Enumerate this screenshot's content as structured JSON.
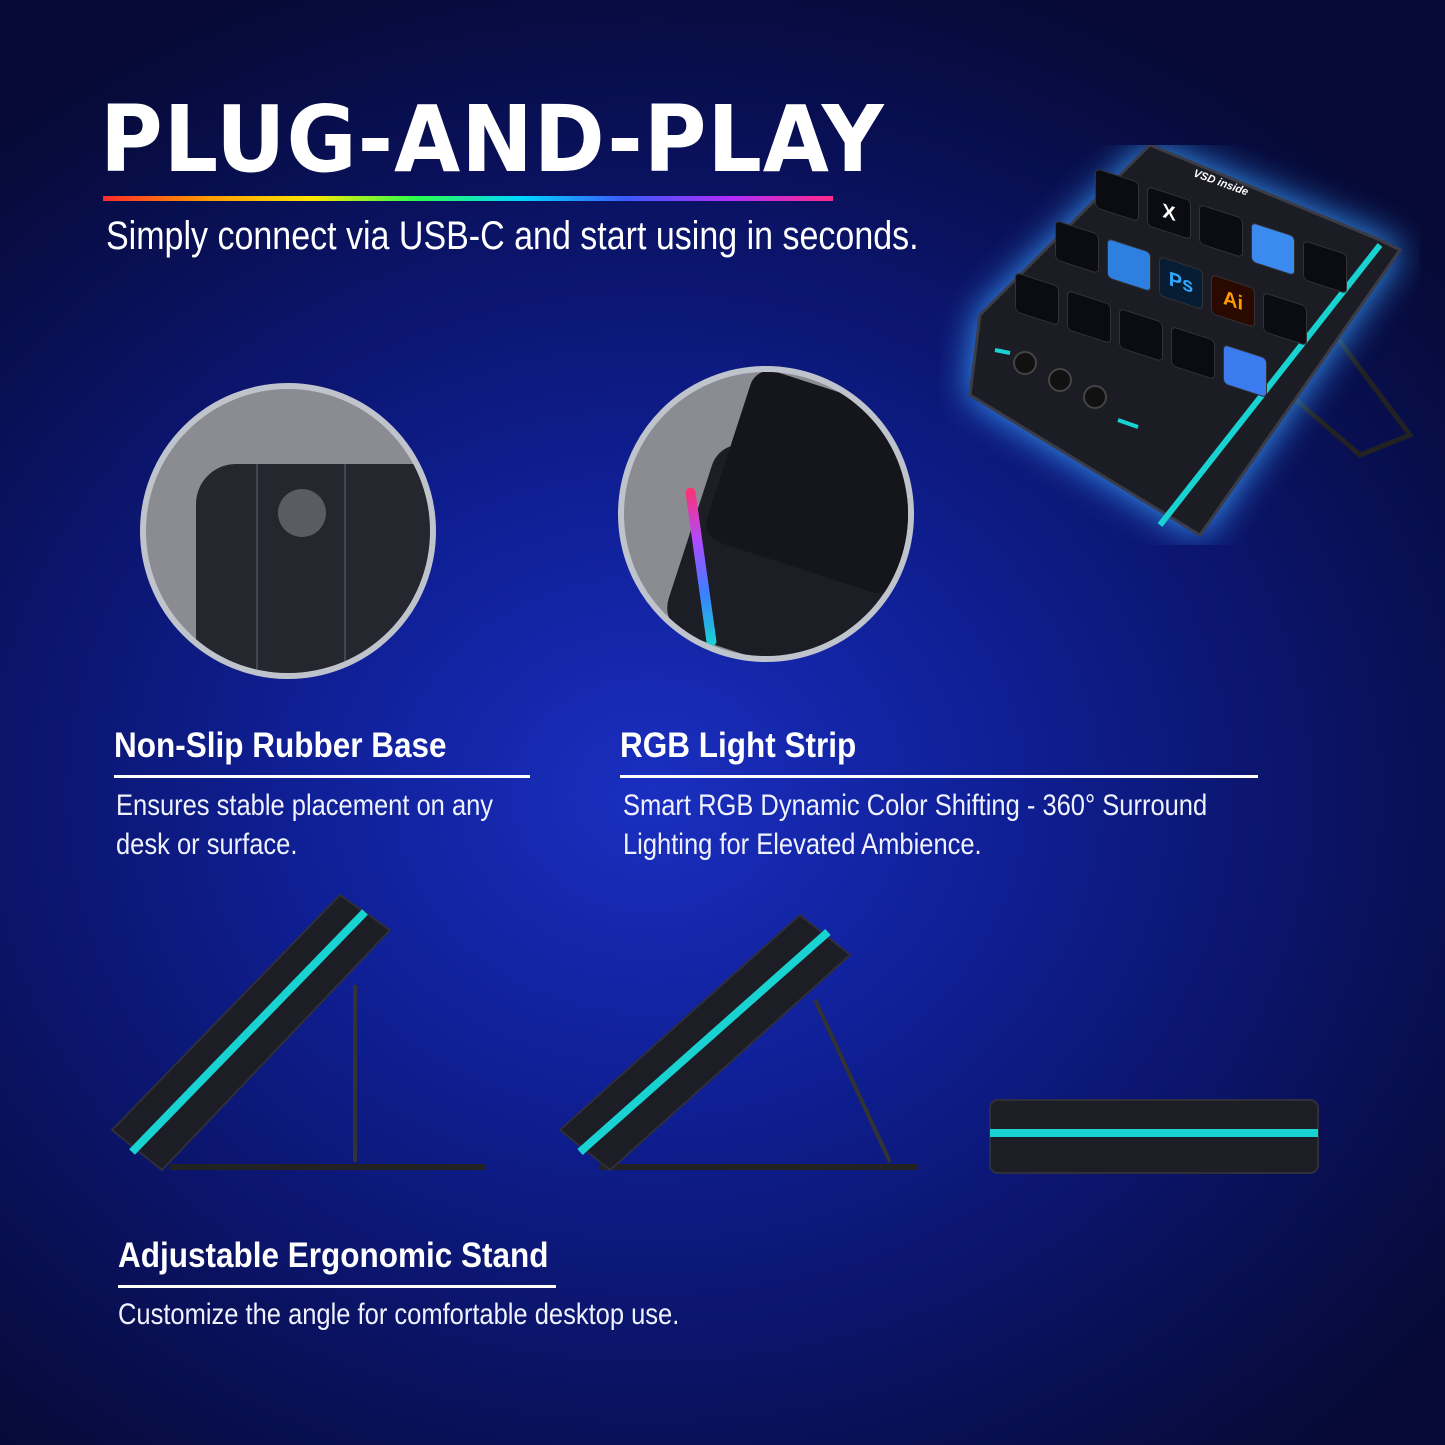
{
  "header": {
    "title": "PLUG-AND-PLAY",
    "subtitle": "Simply connect via USB-C and start using in seconds."
  },
  "device": {
    "logo_text": "VSD inside",
    "accent_color": "#19d3d3",
    "keys": [
      {
        "icon": "obs-icon",
        "label": ""
      },
      {
        "icon": "x-icon",
        "label": "X"
      },
      {
        "icon": "youtube-icon",
        "label": ""
      },
      {
        "icon": "weather-icon",
        "label": ""
      },
      {
        "icon": "alarm-clock-icon",
        "label": ""
      },
      {
        "icon": "steam-icon",
        "label": ""
      },
      {
        "icon": "file-icon",
        "label": ""
      },
      {
        "icon": "photoshop-icon",
        "label": "Ps"
      },
      {
        "icon": "illustrator-icon",
        "label": "Ai"
      },
      {
        "icon": "python-icon",
        "label": ""
      },
      {
        "icon": "folder-icon",
        "label": ""
      },
      {
        "icon": "terminal-icon",
        "label": ""
      },
      {
        "icon": "openai-icon",
        "label": ""
      },
      {
        "icon": "spotify-icon",
        "label": ""
      },
      {
        "icon": "messenger-icon",
        "label": ""
      }
    ]
  },
  "features": [
    {
      "title": "Non-Slip Rubber Base",
      "description_lines": [
        "Ensures stable placement on any",
        "desk or surface."
      ]
    },
    {
      "title": "RGB Light Strip",
      "description_lines": [
        "Smart RGB Dynamic Color Shifting - 360° Surround",
        "Lighting for Elevated Ambience."
      ]
    },
    {
      "title": "Adjustable Ergonomic Stand",
      "description_lines": [
        "Customize the angle for comfortable desktop use."
      ]
    }
  ]
}
